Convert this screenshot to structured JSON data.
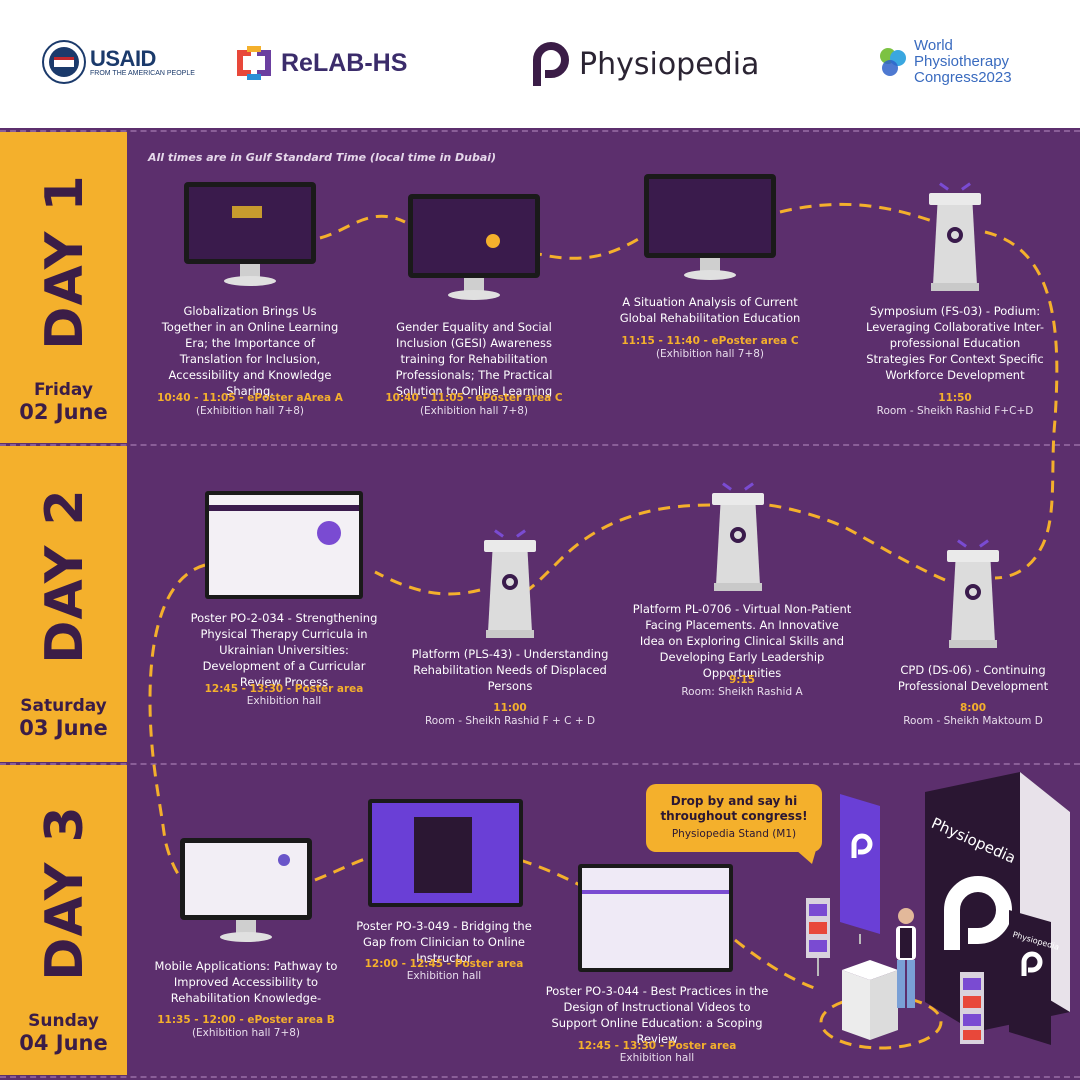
{
  "header": {
    "usaid": {
      "name": "USAID",
      "tagline": "FROM THE AMERICAN PEOPLE"
    },
    "relab": {
      "name": "ReLAB-HS"
    },
    "physiopedia": {
      "name": "Physiopedia"
    },
    "wpc": {
      "line1": "World",
      "line2": "Physiotherapy",
      "line3a": "Congress",
      "line3b": "2023"
    }
  },
  "note": "All times are in Gulf Standard Time (local time in Dubai)",
  "days": [
    {
      "label": "DAY 1",
      "day_name": "Friday",
      "date": "02 June"
    },
    {
      "label": "DAY 2",
      "day_name": "Saturday",
      "date": "03 June"
    },
    {
      "label": "DAY 3",
      "day_name": "Sunday",
      "date": "04 June"
    }
  ],
  "events": {
    "d1e1": {
      "title": "Globalization Brings Us Together in an Online Learning Era; the Importance of Translation for Inclusion, Accessibility and Knowledge Sharing.",
      "time": "10:40 - 11:05 - ePoster aArea A",
      "location": "(Exhibition hall 7+8)"
    },
    "d1e2": {
      "title": "Gender Equality and Social Inclusion (GESI) Awareness training for Rehabilitation Professionals; The Practical Solution to Online Learning",
      "time": "10:40 - 11:05 - ePoster area C",
      "location": "(Exhibition hall 7+8)"
    },
    "d1e3": {
      "title": "A Situation Analysis of Current Global Rehabilitation Education",
      "time": "11:15 - 11:40 - ePoster area C",
      "location": "(Exhibition hall 7+8)"
    },
    "d1e4": {
      "title": "Symposium (FS-03) - Podium: Leveraging Collaborative Inter-professional Education Strategies For Context Specific Workforce Development",
      "time": "11:50",
      "location": "Room - Sheikh Rashid F+C+D"
    },
    "d2e1": {
      "title": "Poster PO-2-034 - Strengthening Physical Therapy Curricula in Ukrainian Universities: Development of a Curricular Review Process",
      "time": "12:45 - 13:30 - Poster area",
      "location": "Exhibition hall"
    },
    "d2e2": {
      "title": "Platform (PLS-43) - Understanding Rehabilitation Needs of Displaced Persons",
      "time": "11:00",
      "location": "Room - Sheikh Rashid F + C + D"
    },
    "d2e3": {
      "title": "Platform PL-0706 - Virtual Non-Patient Facing Placements. An Innovative Idea on Exploring Clinical Skills and Developing Early Leadership Opportunities",
      "time": "9:15",
      "location": "Room: Sheikh Rashid A"
    },
    "d2e4": {
      "title": "CPD (DS-06) - Continuing Professional Development",
      "time": "8:00",
      "location": "Room - Sheikh Maktoum D"
    },
    "d3e1": {
      "title": "Mobile Applications: Pathway to Improved Accessibility to Rehabilitation Knowledge-",
      "time": "11:35 - 12:00 - ePoster area B",
      "location": "(Exhibition hall 7+8)"
    },
    "d3e2": {
      "title": "Poster PO-3-049 - Bridging the Gap from Clinician to Online Instructor",
      "time": "12:00 - 12:45 - Poster area",
      "location": "Exhibition hall"
    },
    "d3e3": {
      "title": "Poster PO-3-044 - Best Practices in the Design of Instructional Videos to Support Online Education: a Scoping Review",
      "time": "12:45 - 13:30 - Poster area",
      "location": "Exhibition hall"
    }
  },
  "callout": {
    "line1": "Drop by and say hi throughout congress!",
    "line2": "Physiopedia Stand (M1)"
  },
  "booth_brand": "Physiopedia",
  "colors": {
    "purple": "#5c2f6d",
    "gold": "#f4b02c",
    "dark_purple": "#3b1d47"
  }
}
